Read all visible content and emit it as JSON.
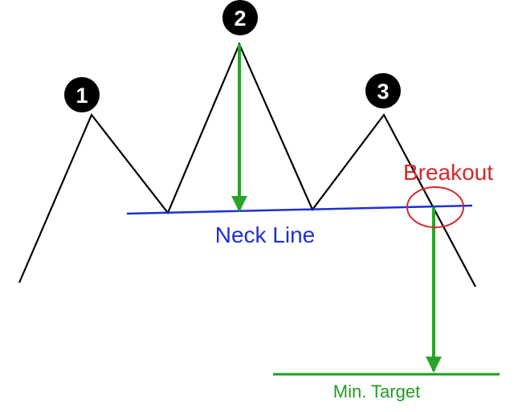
{
  "peaks": [
    {
      "number": "1"
    },
    {
      "number": "2"
    },
    {
      "number": "3"
    }
  ],
  "labels": {
    "neck_line": "Neck Line",
    "breakout": "Breakout",
    "min_target": "Min. Target"
  },
  "colors": {
    "price_line": "#000000",
    "neck_line": "#1f2fd6",
    "measure_arrow": "#2aa32a",
    "breakout": "#d42a2a",
    "target": "#1e9e1e",
    "badge": "#000000"
  }
}
